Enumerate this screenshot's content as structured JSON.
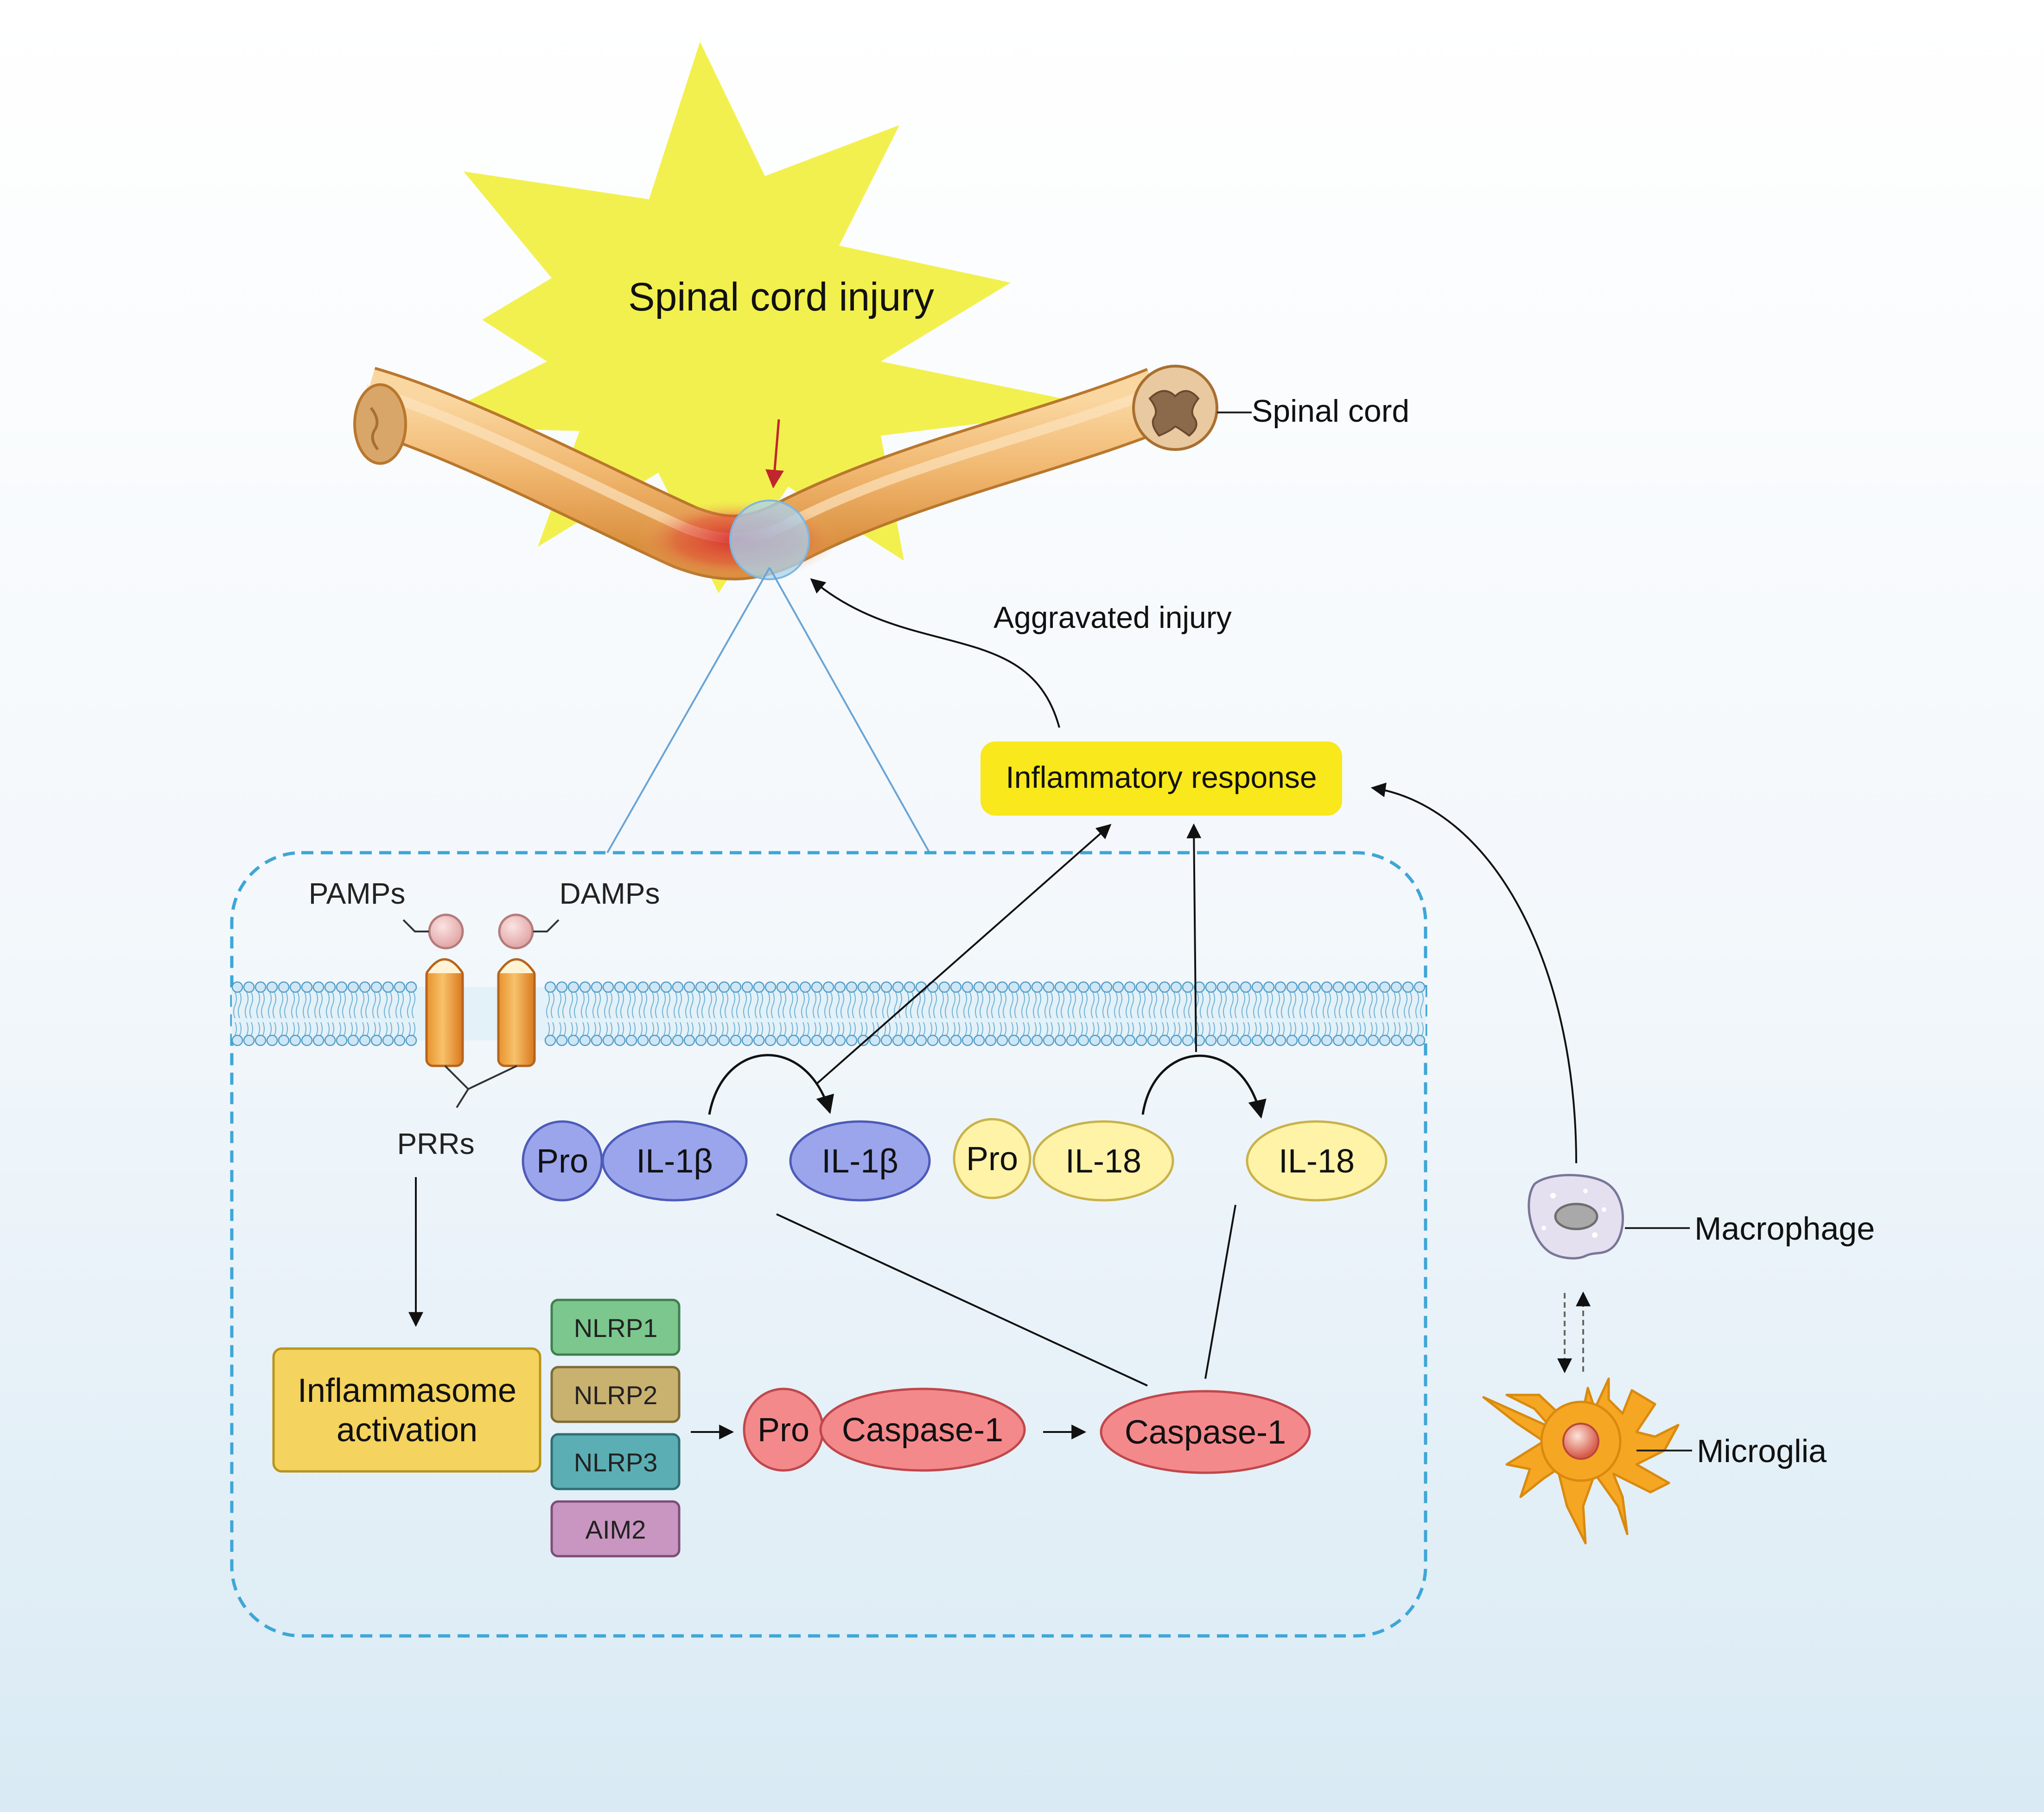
{
  "labels": {
    "injury": "Spinal cord injury",
    "spinal_cord": "Spinal cord",
    "aggravated_injury": "Aggravated injury",
    "inflammatory_response": "Inflammatory response",
    "pamps": "PAMPs",
    "damps": "DAMPs",
    "prrs": "PRRs",
    "pro": "Pro",
    "il1b": "IL-1β",
    "il18": "IL-18",
    "inflammasome_line1": "Inflammasome",
    "inflammasome_line2": "activation",
    "nlrp1": "NLRP1",
    "nlrp2": "NLRP2",
    "nlrp3": "NLRP3",
    "aim2": "AIM2",
    "caspase1": "Caspase-1",
    "macrophage": "Macrophage",
    "microglia": "Microglia"
  },
  "colors": {
    "starburst": "#F2F04E",
    "inflammatory_box": "#F8E81C",
    "inflammasome_box": "#F4D35E",
    "nlrp1": "#7CC78E",
    "nlrp2": "#C9B16F",
    "nlrp3": "#5BAFB4",
    "aim2": "#C896C0",
    "il1b": "#9AA5EC",
    "il18": "#FFF3A8",
    "caspase": "#F4898C",
    "cell_border": "#3EA6D6",
    "spinal_cord": "#F0B66E",
    "microglia": "#F5A623",
    "macrophage": "#E4E0F0"
  },
  "icons": {
    "receptor": "prr-receptor-icon",
    "ligand": "ligand-icon",
    "macrophage": "macrophage-cell-icon",
    "microglia": "microglia-cell-icon"
  }
}
